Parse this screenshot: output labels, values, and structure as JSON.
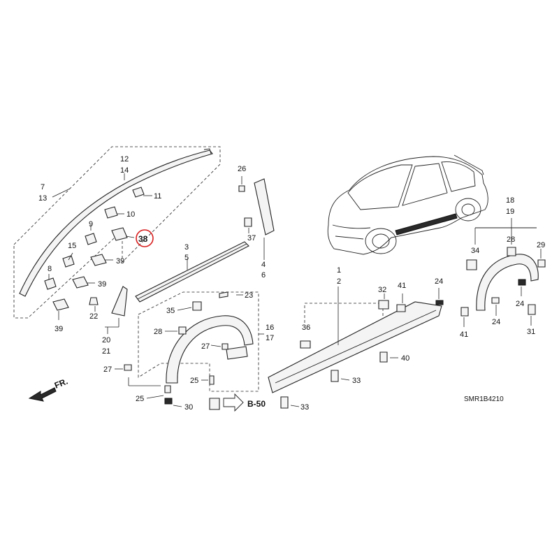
{
  "colors": {
    "highlight": "#d81e1e",
    "ink": "#111111"
  },
  "labels": {
    "n12": "12",
    "n14": "14",
    "n7": "7",
    "n13": "13",
    "n11": "11",
    "n10": "10",
    "n9": "9",
    "n15": "15",
    "n38": "38",
    "n39a": "39",
    "n39b": "39",
    "n39c": "39",
    "n8": "8",
    "n22": "22",
    "n20": "20",
    "n21": "21",
    "n26": "26",
    "n37": "37",
    "n4": "4",
    "n6": "6",
    "n3": "3",
    "n5": "5",
    "n23": "23",
    "n35": "35",
    "n28a": "28",
    "n16": "16",
    "n17": "17",
    "n27a": "27",
    "n27b": "27",
    "n25a": "25",
    "n25b": "25",
    "n30": "30",
    "n1": "1",
    "n2": "2",
    "n32": "32",
    "n41a": "41",
    "n24a": "24",
    "n36": "36",
    "n40": "40",
    "n33a": "33",
    "n33b": "33",
    "n18": "18",
    "n19": "19",
    "n34": "34",
    "n28b": "28",
    "n29": "29",
    "n24b": "24",
    "n24c": "24",
    "n41b": "41",
    "n31": "31"
  },
  "ref_label": "B-50",
  "direction_label": "FR.",
  "diagram_code": "SMR1B4210"
}
